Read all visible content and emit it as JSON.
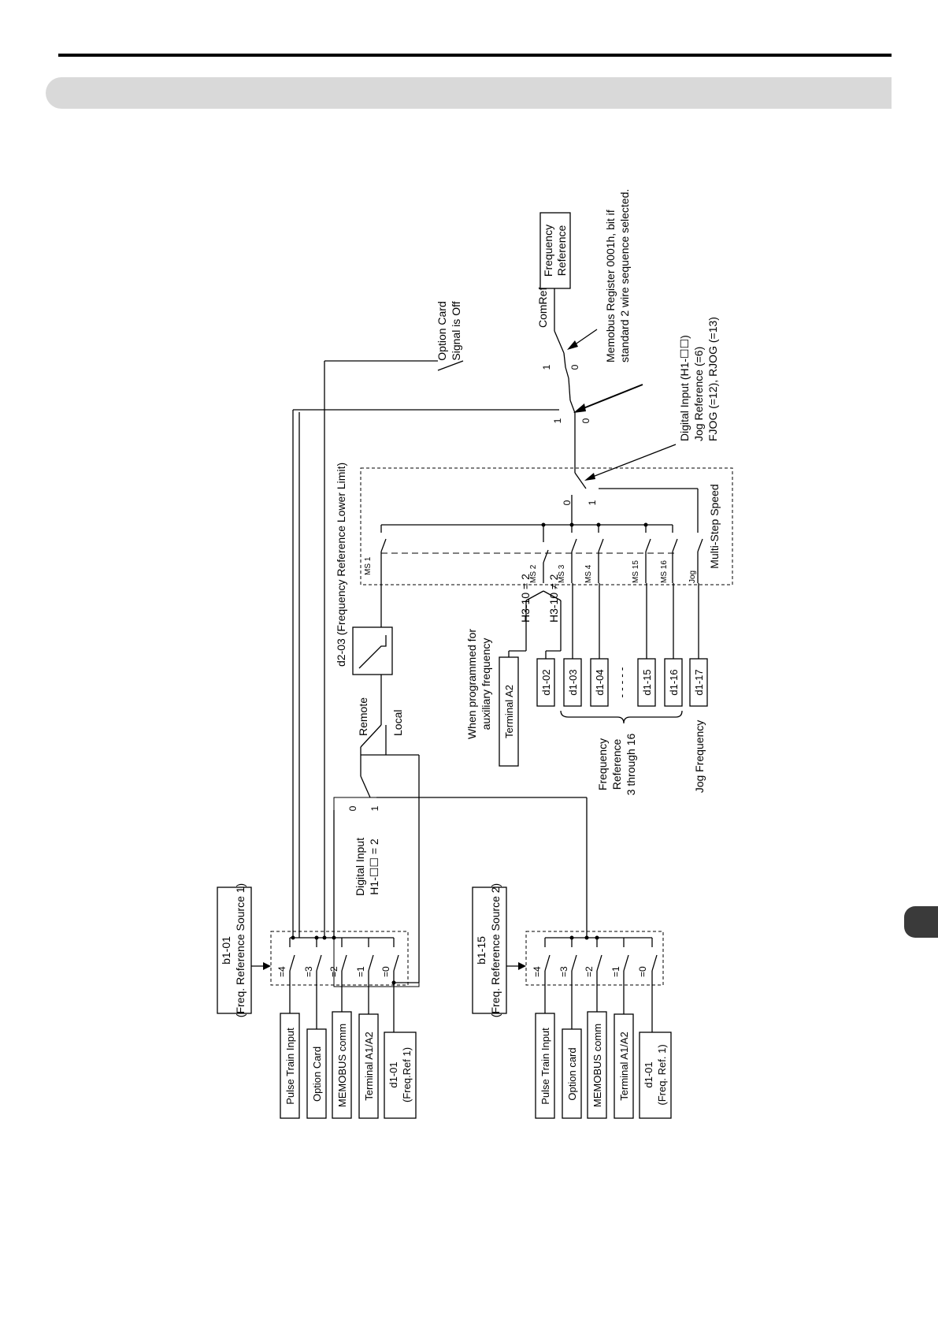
{
  "header": {
    "title": ""
  },
  "diagram": {
    "source1": {
      "param": "b1-01",
      "desc": "(Freq. Reference Source 1)",
      "sel4": "=4",
      "sel3": "=3",
      "sel2": "=2",
      "sel1": "=1",
      "sel0": "=0",
      "in4": "Pulse Train Input",
      "in3": "Option Card",
      "in2": "MEMOBUS comm",
      "in1": "Terminal A1/A2",
      "in0a": "d1-01",
      "in0b": "(Freq.Ref 1)"
    },
    "source2": {
      "param": "b1-15",
      "desc": "(Freq. Reference Source 2)",
      "sel4": "=4",
      "sel3": "=3",
      "sel2": "=2",
      "sel1": "=1",
      "sel0": "=0",
      "in4": "Pulse Train Input",
      "in3": "Option card",
      "in2": "MEMOBUS comm",
      "in1": "Terminal A1/A2",
      "in0a": "d1-01",
      "in0b": "(Freq. Ref. 1)"
    },
    "digital_input": {
      "line1": "Digital Input",
      "line2": "H1-☐☐ = 2",
      "pos0": "0",
      "pos1": "1"
    },
    "remote": "Remote",
    "local": "Local",
    "lower_limit": "d2-03 (Frequency Reference Lower Limit)",
    "aux": {
      "line1": "When programmed for",
      "line2": "auxiliary frequency",
      "terminal": "Terminal A2",
      "h3_eq": "H3-10 = 2",
      "h3_ne": "H3-10 ≠ 2"
    },
    "d1": {
      "p02": "d1-02",
      "p03": "d1-03",
      "p04": "d1-04",
      "dots": "- - - - -",
      "p15": "d1-15",
      "p16": "d1-16",
      "p17": "d1-17"
    },
    "freq_ref_range": {
      "line1": "Frequency",
      "line2": "Reference",
      "line3": "3 through 16"
    },
    "jog_frequency": "Jog Frequency",
    "ms": {
      "ms1": "MS 1",
      "ms2": "MS 2",
      "ms3": "MS 3",
      "ms4": "MS 4",
      "ms15": "MS 15",
      "ms16": "MS 16",
      "jog": "Jog"
    },
    "multistep": "Multi-Step Speed",
    "ms_pos0": "0",
    "ms_pos1": "1",
    "jog_input": {
      "line1": "Digital Input (H1-☐☐)",
      "line2": "Jog Reference (=6)",
      "line3": "FJOG (=12),   RJOG (=13)"
    },
    "jog_pos1": "1",
    "jog_pos0": "0",
    "option_card": {
      "line1": "Option Card",
      "line2": "Signal is Off",
      "pos1": "1",
      "pos0": "0"
    },
    "comref": "ComRef",
    "memobus_note": {
      "line1": "Memobus Register 0001h, bit   if",
      "line2": "standard 2 wire sequence selected."
    },
    "output": {
      "line1": "Frequency",
      "line2": "Reference"
    }
  }
}
